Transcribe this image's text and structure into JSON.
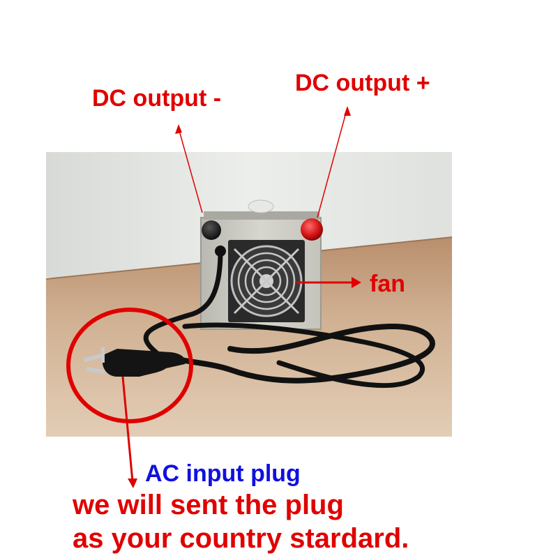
{
  "labels": {
    "dc_output_minus": "DC output -",
    "dc_output_plus": "DC output +",
    "fan": "fan",
    "ac_input_plug": "AC input plug",
    "plug_note_line1": "we will sent the plug",
    "plug_note_line2": "as your country stardard."
  },
  "colors": {
    "annotation_red": "#e00000",
    "annotation_blue": "#1010e0",
    "background": "#ffffff",
    "wall": "#e4e6e3",
    "table_wood": "#c9a886",
    "device_body": "#cfcfc7"
  },
  "icons": [
    "power-supply-unit",
    "cooling-fan",
    "power-cord",
    "ac-plug",
    "terminal-minus",
    "terminal-plus"
  ]
}
